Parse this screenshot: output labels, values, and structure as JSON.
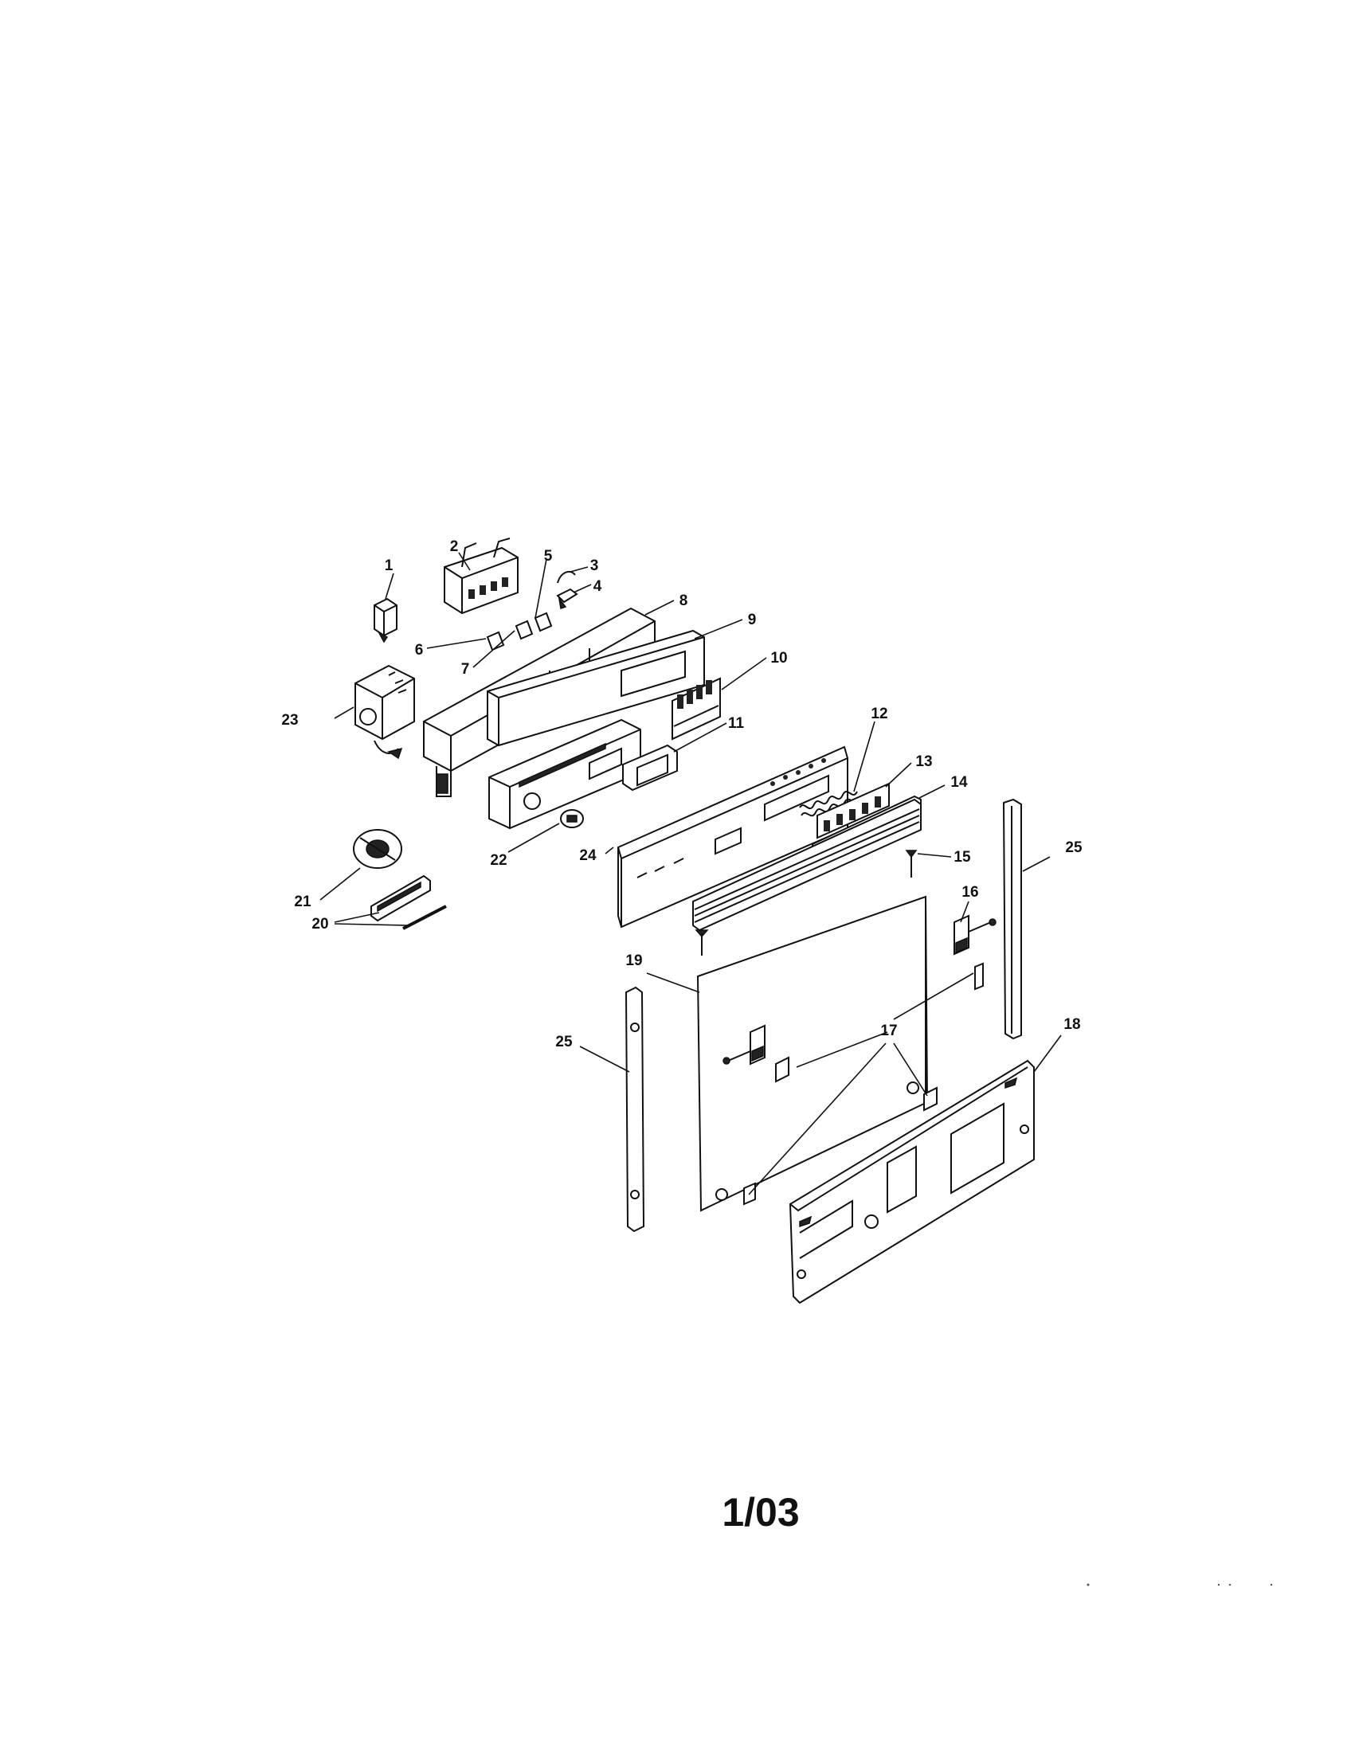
{
  "callouts": {
    "c1": "1",
    "c2": "2",
    "c3": "3",
    "c4": "4",
    "c5": "5",
    "c6": "6",
    "c7": "7",
    "c8": "8",
    "c9": "9",
    "c10": "10",
    "c11": "11",
    "c12": "12",
    "c13": "13",
    "c14": "14",
    "c15": "15",
    "c16": "16",
    "c17": "17",
    "c18": "18",
    "c19": "19",
    "c20": "20",
    "c21": "21",
    "c22": "22",
    "c23": "23",
    "c24": "24",
    "c25a": "25",
    "c25b": "25"
  },
  "footer": {
    "page_number": "1/03"
  }
}
